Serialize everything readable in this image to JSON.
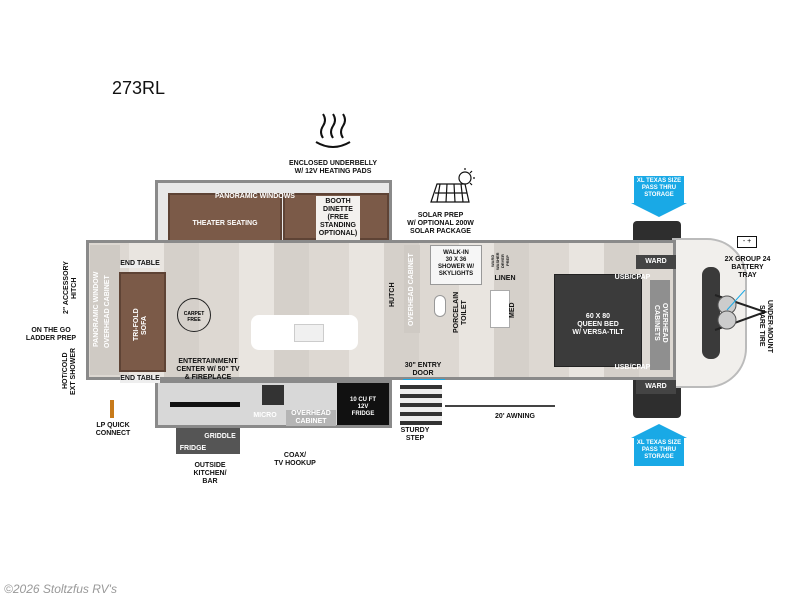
{
  "title": "273RL",
  "labels": {
    "underbelly": "ENCLOSED UNDERBELLY\nW/ 12V HEATING PADS",
    "panoramic_windows": "PANORAMIC WINDOWS",
    "theater_seating": "THEATER SEATING",
    "booth_dinette": "BOOTH\nDINETTE\n(FREE\nSTANDING\nOPTIONAL)",
    "solar": "SOLAR PREP\nW/ OPTIONAL 200W\nSOLAR PACKAGE",
    "storage_top": "XL TEXAS SIZE\nPASS THRU\nSTORAGE",
    "storage_bottom": "XL TEXAS SIZE\nPASS THRU\nSTORAGE",
    "battery": "2X GROUP 24\nBATTERY\nTRAY",
    "spare_tire": "UNDER-MOUNT\nSPARE TIRE",
    "accessory_hitch": "2\" ACCESSORY\nHITCH",
    "ladder": "ON THE GO\nLADDER PREP",
    "ext_shower": "HOT/COLD\nEXT SHOWER",
    "lp": "LP QUICK\nCONNECT",
    "end_table_top": "END TABLE",
    "end_table_bottom": "END TABLE",
    "pano_window": "PANORAMIC WINDOW",
    "overhead_cabinet_rear": "OVERHEAD CABINET",
    "sofa": "TRI-FOLD\nSOFA",
    "carpet_free": "CARPET FREE",
    "entertainment": "ENTERTAINMENT\nCENTER W/ 50\" TV\n& FIREPLACE",
    "hutch": "HUTCH",
    "overhead_cabinet_mid": "OVERHEAD CABINET",
    "micro": "MICRO",
    "overhead_cabinet_kitchen": "OVERHEAD\nCABINET",
    "fridge": "10 CU FT\n12V\nFRIDGE",
    "griddle": "GRIDDLE",
    "outside_fridge": "FRIDGE",
    "outside_kitchen": "OUTSIDE\nKITCHEN/\nBAR",
    "coax": "COAX/\nTV HOOKUP",
    "shower": "WALK-IN\n30 X 36\nSHOWER W/\nSKYLIGHTS",
    "ward_washer": "WARD\nWASHER\nDRYER\nPREP",
    "linen": "LINEN",
    "toilet": "PORCELAIN\nTOILET",
    "med": "MED",
    "entry_door": "30\" ENTRY\nDOOR",
    "step": "STURDY\nSTEP",
    "awning": "20' AWNING",
    "bed": "60 X 80\nQUEEN BED\nW/ VERSA-TILT",
    "usb_top": "USB/CPAP",
    "usb_bottom": "USB/CPAP",
    "overhead_cabinets_front": "OVERHEAD\nCABINETS",
    "ward_top": "WARD",
    "ward_bottom": "WARD"
  },
  "watermark": "©2026 Stoltzfus RV's",
  "colors": {
    "accent": "#19a9e6",
    "upholstery": "#7b5a48"
  }
}
